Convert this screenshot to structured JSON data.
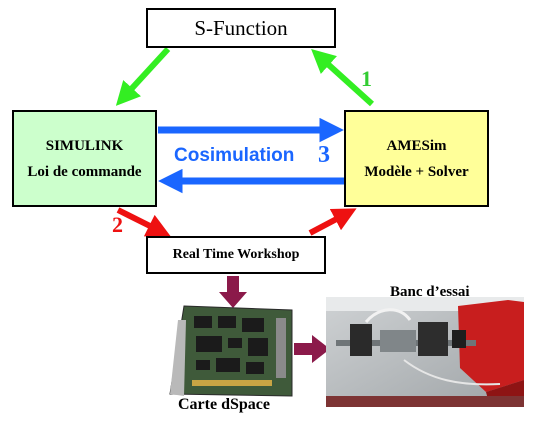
{
  "sfunction": {
    "label": "S-Function"
  },
  "simulink": {
    "title": "SIMULINK",
    "subtitle": "Loi de commande",
    "color": "#ccffcc"
  },
  "amesim": {
    "title": "AMESim",
    "subtitle": "Modèle + Solver",
    "color": "#ffff99"
  },
  "rtw": {
    "label": "Real Time Workshop"
  },
  "cosimulation": {
    "label": "Cosimulation",
    "color": "#1a66ff"
  },
  "steps": {
    "one": {
      "label": "1",
      "color": "#33cc33"
    },
    "two": {
      "label": "2",
      "color": "#ee1111"
    },
    "three": {
      "label": "3",
      "color": "#1a66ff"
    }
  },
  "banc": {
    "label": "Banc d’essai"
  },
  "carte": {
    "label": "Carte dSpace"
  },
  "colors": {
    "green_arrow": "#33ee22",
    "red_arrow": "#ee1111",
    "blue_arrow": "#1a66ff",
    "purple_arrow": "#8b1a4a"
  },
  "icons": {
    "board_photo": "dspace-board-photo",
    "bench_photo": "test-bench-photo"
  }
}
